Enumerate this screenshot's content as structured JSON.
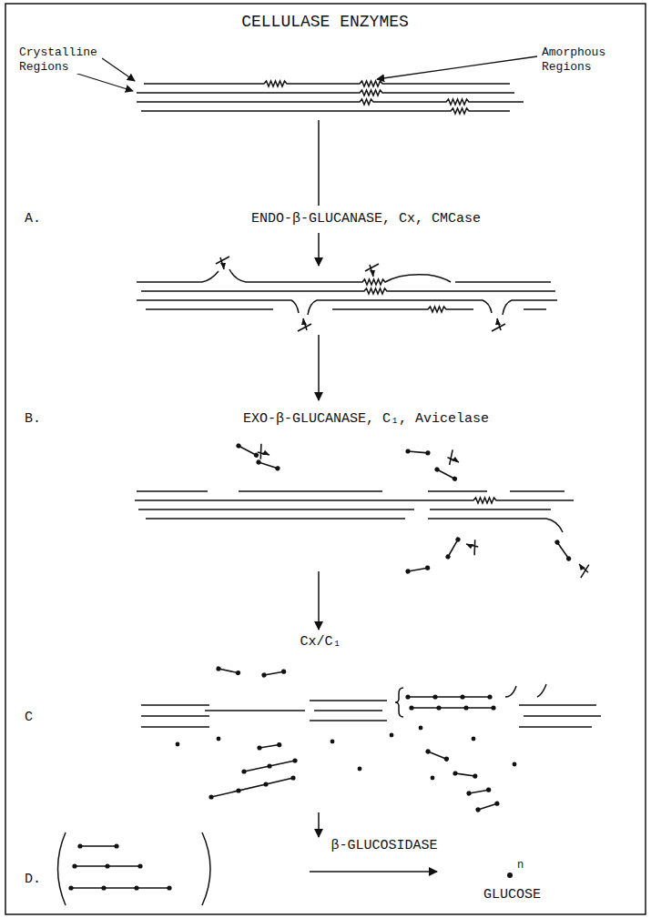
{
  "diagram": {
    "title": "CELLULASE ENZYMES",
    "labels": [
      "Crystalline Regions",
      "Amorphous Regions",
      "A.",
      "ENDO-β-GLUCANASE, Cx, CMCase",
      "B.",
      "EXO-β-GLUCANASE, C₁, Avicelase",
      "Cx/C₁",
      "C",
      "D.",
      "β-GLUCOSIDASE",
      "n",
      "GLUCOSE"
    ]
  }
}
